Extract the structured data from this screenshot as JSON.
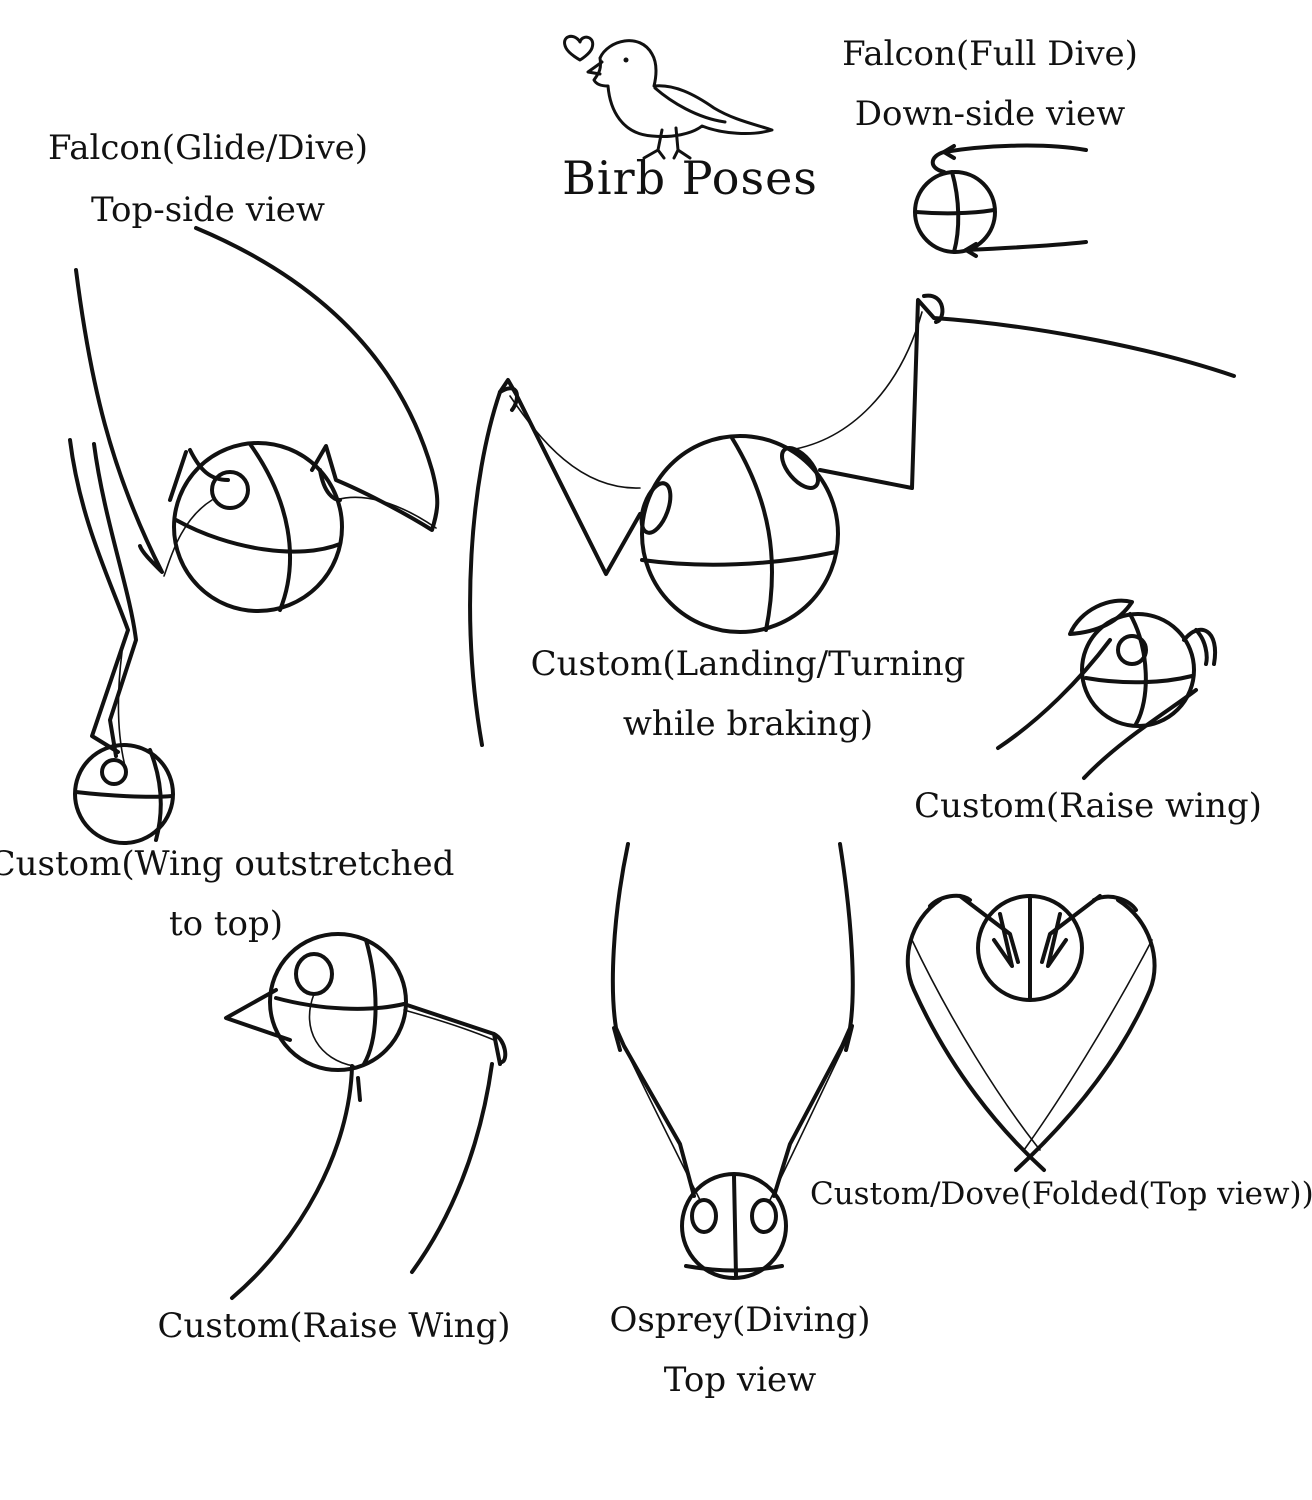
{
  "header": {
    "title": "Birb Poses",
    "logo_icon": "bird-icon",
    "heart_icon": "heart-icon"
  },
  "poses": [
    {
      "id": "falcon-glide",
      "line1": "Falcon(Glide/Dive)",
      "line2": "Top-side view"
    },
    {
      "id": "falcon-full-dive",
      "line1": "Falcon(Full Dive)",
      "line2": "Down-side view"
    },
    {
      "id": "custom-landing",
      "line1": "Custom(Landing/Turning",
      "line2": "while braking)"
    },
    {
      "id": "custom-raise-wing-right",
      "line1": "Custom(Raise wing)"
    },
    {
      "id": "custom-wing-outstretched",
      "line1": "Custom(Wing outstretched",
      "line2": "to top)"
    },
    {
      "id": "custom-raise-wing-lower",
      "line1": "Custom(Raise Wing)"
    },
    {
      "id": "osprey-diving",
      "line1": "Osprey(Diving)",
      "line2": "Top view"
    },
    {
      "id": "custom-dove-folded",
      "line1": "Custom/Dove(Folded(Top view))"
    }
  ],
  "colors": {
    "ink": "#111111",
    "paper": "#ffffff"
  }
}
